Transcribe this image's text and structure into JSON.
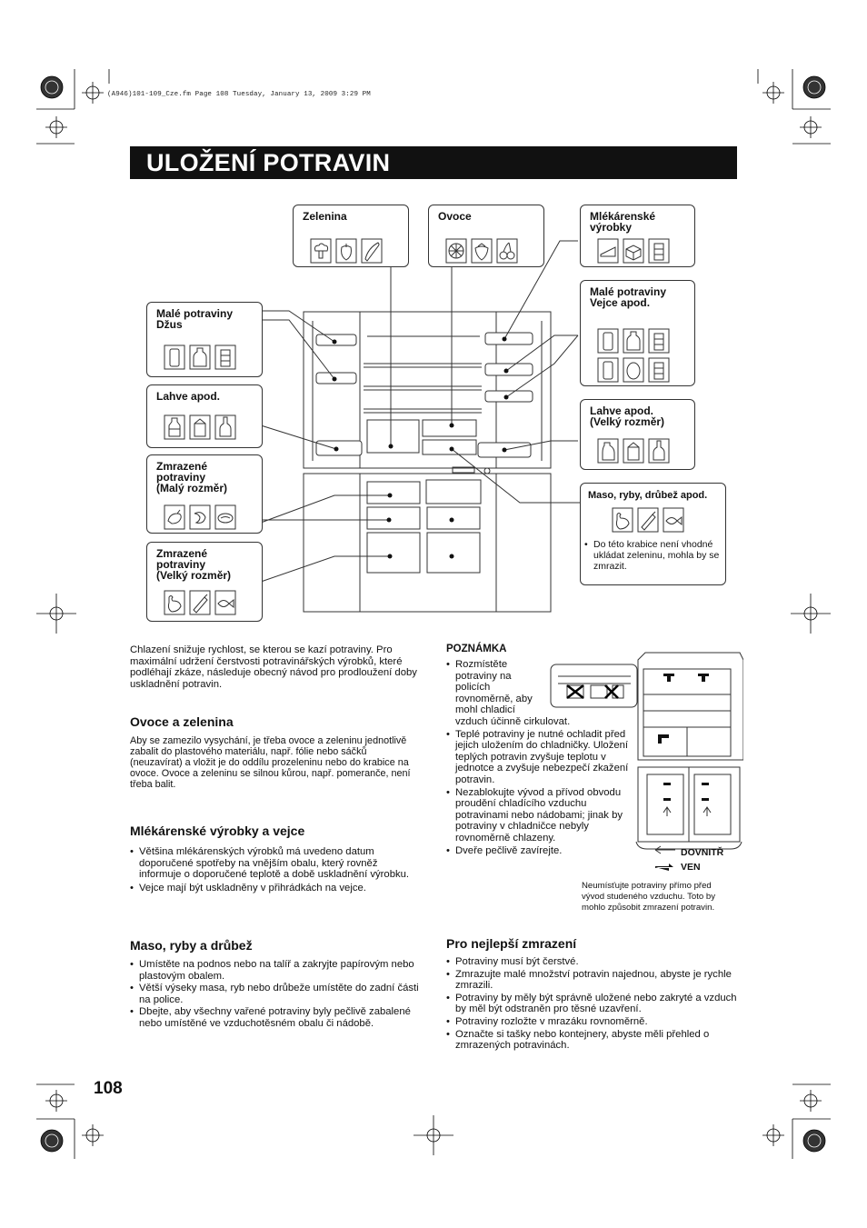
{
  "print_header": "(A946)101-109_Cze.fm  Page 108  Tuesday, January 13, 2009  3:29 PM",
  "title": "ULOŽENÍ POTRAVIN",
  "diagram": {
    "zelenina": "Zelenina",
    "ovoce": "Ovoce",
    "mlekarenske": "Mlékárenské\nvýrobky",
    "male_vejce": "Malé potraviny\nVejce apod.",
    "male_dzus": "Malé potraviny\nDžus",
    "lahve": "Lahve apod.",
    "lahve_velky": "Lahve apod.\n(Velký rozměr)",
    "zmrazene_maly": "Zmrazené\npotraviny\n(Malý rozměr)",
    "zmrazene_velky": "Zmrazené\npotraviny\n(Velký rozměr)",
    "maso": "Maso, ryby, drůbež apod.",
    "maso_note": "Do této krabice není vhodné ukládat zeleninu, mohla by se zmrazit."
  },
  "intro": "Chlazení snižuje rychlost, se kterou se kazí potraviny. Pro maximální udržení čerstvosti potravinářských výrobků, které podléhají zkáze, následuje obecný návod pro prodloužení doby uskladnění potravin.",
  "ovoce_zelenina": {
    "heading": "Ovoce a zelenina",
    "body": "Aby se zamezilo vysychání, je třeba ovoce a zeleninu jednotlivě zabalit do plastového materiálu, např. fólie nebo sáčků (neuzavírat) a vložit je do oddílu prozeleninu nebo do krabice na ovoce. Ovoce a zeleninu se silnou kůrou, např. pomeranče, není třeba balit."
  },
  "mlekarenske": {
    "heading": "Mlékárenské výrobky a vejce",
    "items": [
      "Většina mlékárenských výrobků má uvedeno datum doporučené spotřeby na vnějším obalu, který rovněž informuje o doporučené teplotě a době uskladnění výrobku.",
      "Vejce mají být uskladněny v přihrádkách na vejce."
    ]
  },
  "maso": {
    "heading": "Maso, ryby a drůbež",
    "items": [
      "Umístěte na podnos nebo na talíř a zakryjte papírovým nebo plastovým obalem.",
      "Větší výseky masa, ryb nebo drůbeže umístěte do zadní části na police.",
      "Dbejte, aby všechny vařené potraviny byly pečlivě zabalené nebo umístěné ve vzduchotěsném obalu či nádobě."
    ]
  },
  "poznamka": {
    "heading": "POZNÁMKA",
    "items": [
      "Rozmístěte\npotraviny na\npolicích\nrovnoměrně, aby\nmohl chladicí\nvzduch účinně cirkulovat.",
      "Teplé potraviny je nutné ochladit před jejich uložením do chladničky. Uložení teplých potravin zvyšuje teplotu v jednotce a zvyšuje nebezpečí zkažení potravin.",
      "Nezablokujte vývod a přívod obvodu proudění chladícího vzduchu potravinami nebo nádobami; jinak by potraviny v chladničce nebyly rovnoměrně chlazeny.",
      "Dveře pečlivě zavírejte."
    ],
    "legend_in": "DOVNITŘ",
    "legend_out": "VEN",
    "caption": "Neumísťujte potraviny přímo před vývod studeného vzduchu. Toto by mohlo způsobit zmrazení potravin."
  },
  "zmrazeni": {
    "heading": "Pro nejlepší zmrazení",
    "items": [
      "Potraviny musí být čerstvé.",
      "Zmrazujte malé množství potravin najednou, abyste je rychle zmrazili.",
      "Potraviny by měly být správně uložené nebo zakryté a vzduch by měl být odstraněn pro těsné uzavření.",
      "Potraviny rozložte v mrazáku rovnoměrně.",
      "Označte si tašky nebo kontejnery, abyste měli přehled o zmrazených potravinách."
    ]
  },
  "page_number": "108"
}
